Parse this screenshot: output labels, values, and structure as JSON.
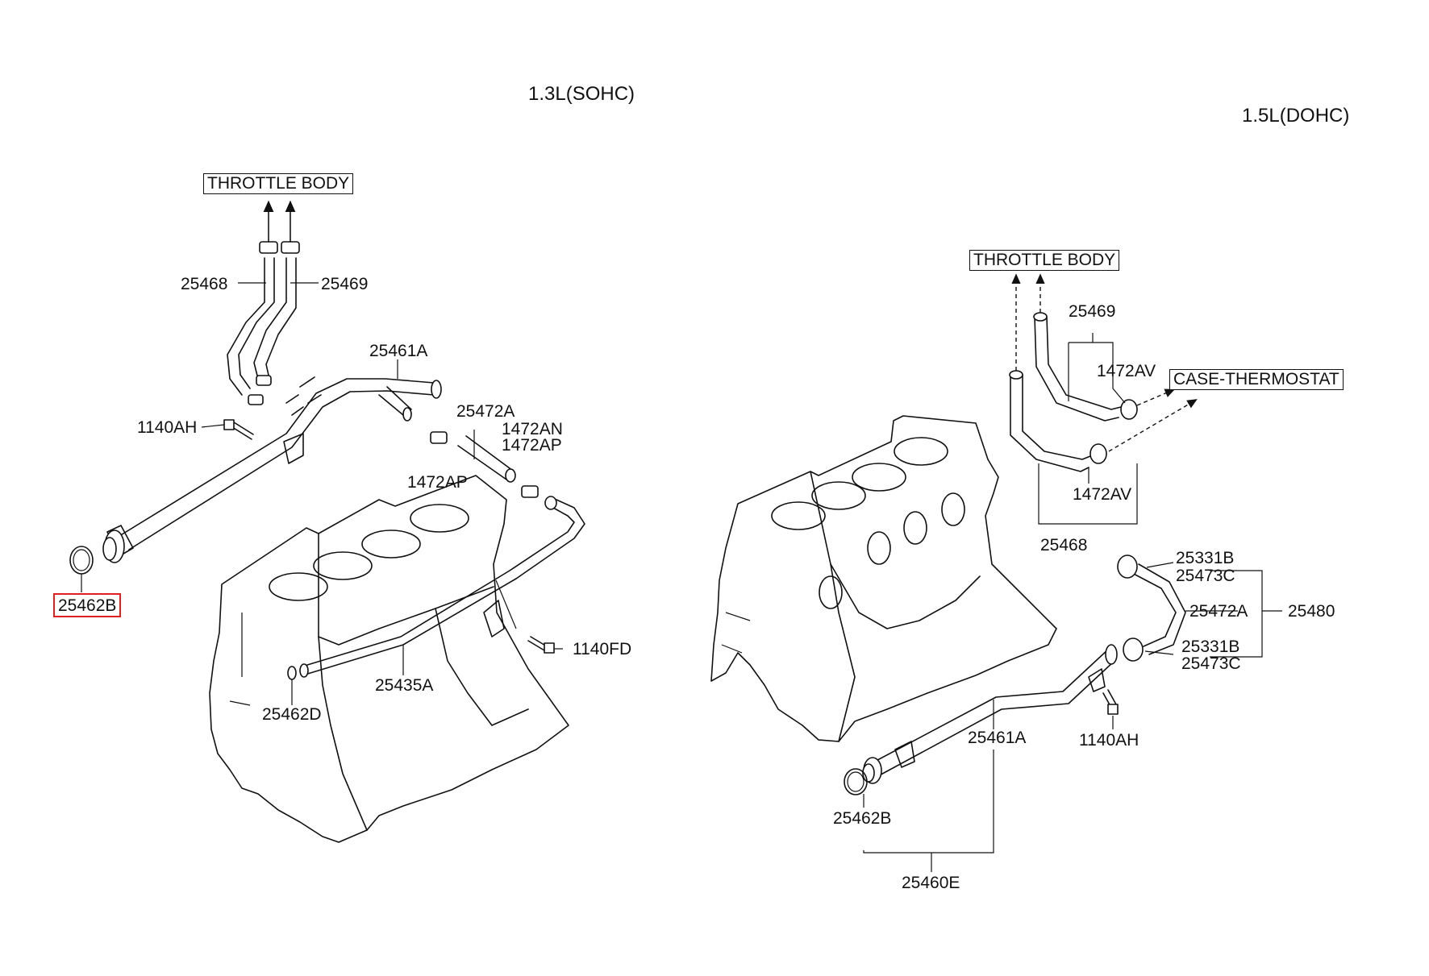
{
  "sections": {
    "left_title": "1.3L(SOHC)",
    "right_title": "1.5L(DOHC)"
  },
  "left": {
    "throttle_body": "THROTTLE BODY",
    "p25468": "25468",
    "p25469": "25469",
    "p25461A": "25461A",
    "p1140AH": "1140AH",
    "p25472A": "25472A",
    "p1472AN": "1472AN",
    "p1472AP_top": "1472AP",
    "p1472AP": "1472AP",
    "p25462B": "25462B",
    "p1140FD": "1140FD",
    "p25435A": "25435A",
    "p25462D": "25462D"
  },
  "right": {
    "throttle_body": "THROTTLE BODY",
    "case_thermostat": "CASE-THERMOSTAT",
    "p25469": "25469",
    "p1472AV_top": "1472AV",
    "p1472AV_bottom": "1472AV",
    "p25468": "25468",
    "p25331B_top": "25331B",
    "p25473C_top": "25473C",
    "p25472A": "25472A",
    "p25480": "25480",
    "p25331B_bottom": "25331B",
    "p25473C_bottom": "25473C",
    "p25461A": "25461A",
    "p1140AH": "1140AH",
    "p25462B": "25462B",
    "p25460E": "25460E"
  },
  "highlight_color": "#e02020"
}
